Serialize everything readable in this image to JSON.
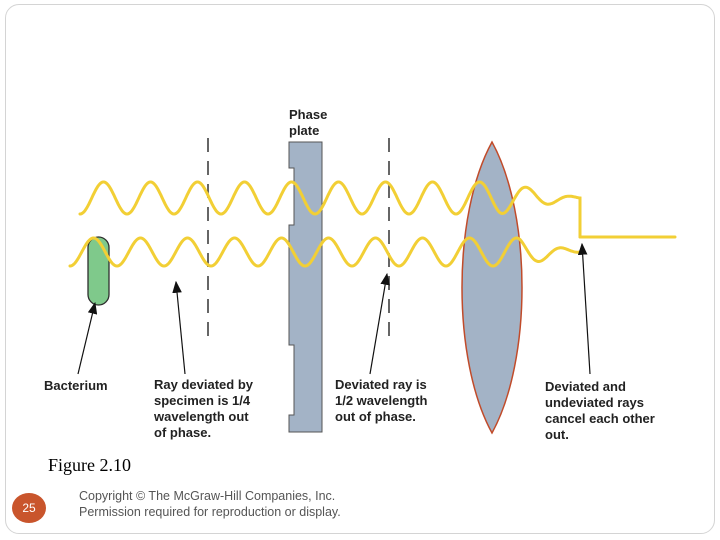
{
  "labels": {
    "phase_plate": "Phase\nplate",
    "bacterium": "Bacterium",
    "ray_deviated": "Ray deviated by\nspecimen is 1/4\nwavelength out\nof phase.",
    "deviated_half": "Deviated ray is\n1/2 wavelength\nout of phase.",
    "cancel": "Deviated and\nundeviated rays\ncancel each other\nout."
  },
  "caption": "Figure 2.10",
  "slide_number": "25",
  "copyright": "Copyright © The McGraw-Hill Companies, Inc.\nPermission required for reproduction or display.",
  "colors": {
    "wave": "#f2cf35",
    "bacterium": "#7fc98b",
    "plate": "#a3b3c6",
    "lens": "#a3b3c6",
    "slide_number_bg": "#c9552c"
  }
}
